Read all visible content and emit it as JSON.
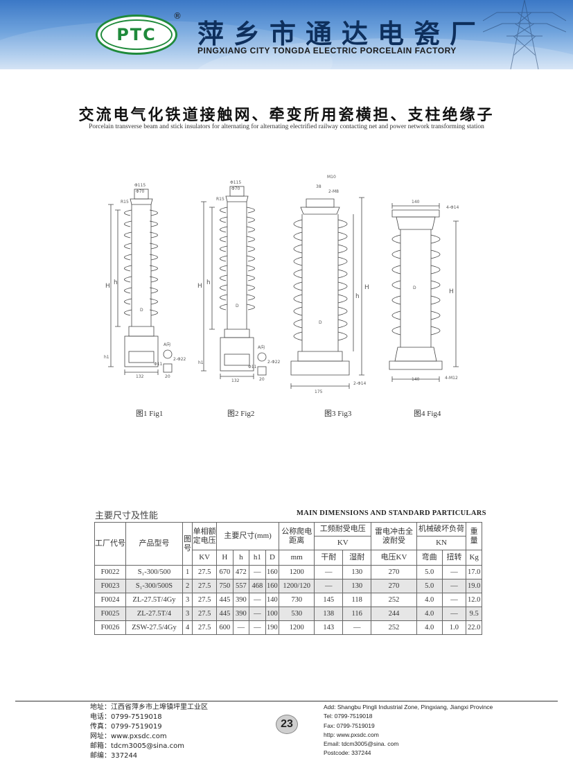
{
  "header": {
    "logo_text": "PTC",
    "registered_mark": "®",
    "factory_name_cn": "萍乡市通达电瓷厂",
    "factory_name_en": "PINGXIANG CITY TONGDA ELECTRIC PORCELAIN FACTORY"
  },
  "title": {
    "cn": "交流电气化铁道接触网、牵变所用瓷横担、支柱绝缘子",
    "en": "Porcelain transverse beam and stick insulators for alternating for alternating electrified railway contacting net and power network transforming station"
  },
  "figures": {
    "fig1": {
      "caption": "图1  Fig1",
      "labels": {
        "top": "Φ115",
        "top2": "Φ70",
        "r": "R15",
        "h": "H",
        "h2": "h",
        "d": "D",
        "h1": "h1",
        "base": "132",
        "detail_a": "A向",
        "phi": "Φ11",
        "holes": "2-Φ22",
        "w": "20"
      }
    },
    "fig2": {
      "caption": "图2  Fig2",
      "labels": {
        "top": "Φ115",
        "top2": "Φ70",
        "r": "R15",
        "h": "H",
        "h2": "h",
        "d": "D",
        "h1": "h1",
        "base": "132",
        "detail_a": "A向",
        "phi": "Φ11",
        "holes": "2-Φ22",
        "w": "20"
      }
    },
    "fig3": {
      "caption": "图3  Fig3",
      "labels": {
        "m": "M10",
        "top": "38",
        "holes_top": "2-M8",
        "h": "H",
        "h2": "h",
        "d": "D",
        "base": "175",
        "holes": "2-Φ14"
      }
    },
    "fig4": {
      "caption": "图4  Fig4",
      "labels": {
        "top": "140",
        "holes_top": "4-Φ14",
        "h": "H",
        "d": "D",
        "base": "140",
        "holes": "4-M12"
      }
    }
  },
  "table": {
    "heading_cn": "主要尺寸及性能",
    "heading_en": "MAIN DIMENSIONS AND STANDARD PARTICULARS",
    "headers": {
      "factory_code": "工厂代号",
      "model": "产品型号",
      "fig_no": "图号",
      "rated_voltage": "单相额定电压",
      "rated_voltage_unit": "KV",
      "dimensions": "主要尺寸(mm)",
      "dim_H": "H",
      "dim_h": "h",
      "dim_h1": "h1",
      "dim_D": "D",
      "creepage": "公称爬电距离",
      "creepage_unit": "mm",
      "pf_voltage": "工频耐受电压",
      "pf_unit": "KV",
      "pf_dry": "干耐",
      "pf_wet": "湿耐",
      "impulse": "雷电冲击全波耐受",
      "impulse_unit": "电压KV",
      "mech": "机械破坏负荷",
      "mech_unit": "KN",
      "mech_bend": "弯曲",
      "mech_torsion": "扭转",
      "weight": "重量",
      "weight_unit": "Kg"
    },
    "rows": [
      {
        "code": "F0022",
        "model": "S₁-300/500",
        "fig": "1",
        "kv": "27.5",
        "H": "670",
        "h": "472",
        "h1": "—",
        "D": "160",
        "creep": "1200",
        "dry": "—",
        "wet": "130",
        "impulse": "270",
        "bend": "5.0",
        "torsion": "—",
        "weight": "17.0",
        "shaded": false
      },
      {
        "code": "F0023",
        "model": "S₁-300/500S",
        "fig": "2",
        "kv": "27.5",
        "H": "750",
        "h": "557",
        "h1": "468",
        "D": "160",
        "creep": "1200/120",
        "dry": "—",
        "wet": "130",
        "impulse": "270",
        "bend": "5.0",
        "torsion": "—",
        "weight": "19.0",
        "shaded": true
      },
      {
        "code": "F0024",
        "model": "ZL-27.5T/4Gy",
        "fig": "3",
        "kv": "27.5",
        "H": "445",
        "h": "390",
        "h1": "—",
        "D": "140",
        "creep": "730",
        "dry": "145",
        "wet": "118",
        "impulse": "252",
        "bend": "4.0",
        "torsion": "—",
        "weight": "12.0",
        "shaded": false
      },
      {
        "code": "F0025",
        "model": "ZL-27.5T/4",
        "fig": "3",
        "kv": "27.5",
        "H": "445",
        "h": "390",
        "h1": "—",
        "D": "100",
        "creep": "530",
        "dry": "138",
        "wet": "116",
        "impulse": "244",
        "bend": "4.0",
        "torsion": "—",
        "weight": "9.5",
        "shaded": true
      },
      {
        "code": "F0026",
        "model": "ZSW-27.5/4Gy",
        "fig": "4",
        "kv": "27.5",
        "H": "600",
        "h": "—",
        "h1": "—",
        "D": "190",
        "creep": "1200",
        "dry": "143",
        "wet": "—",
        "impulse": "252",
        "bend": "4.0",
        "torsion": "1.0",
        "weight": "22.0",
        "shaded": false
      }
    ]
  },
  "footer": {
    "left": [
      "地址：江西省萍乡市上埠镇坪里工业区",
      "电话：0799-7519018",
      "传真：0799-7519019",
      "网址：www.pxsdc.com",
      "邮箱：tdcm3005@sina.com",
      "邮编：337244"
    ],
    "right": [
      "Add: Shangbu Pingli Industrial Zone, Pingxiang, Jiangxi Province",
      "Tel: 0799-7519018",
      "Fax: 0799-7519019",
      "http: www.pxsdc.com",
      "Email: tdcm3005@sina. com",
      "Postcode: 337244"
    ],
    "page_number": "23"
  }
}
